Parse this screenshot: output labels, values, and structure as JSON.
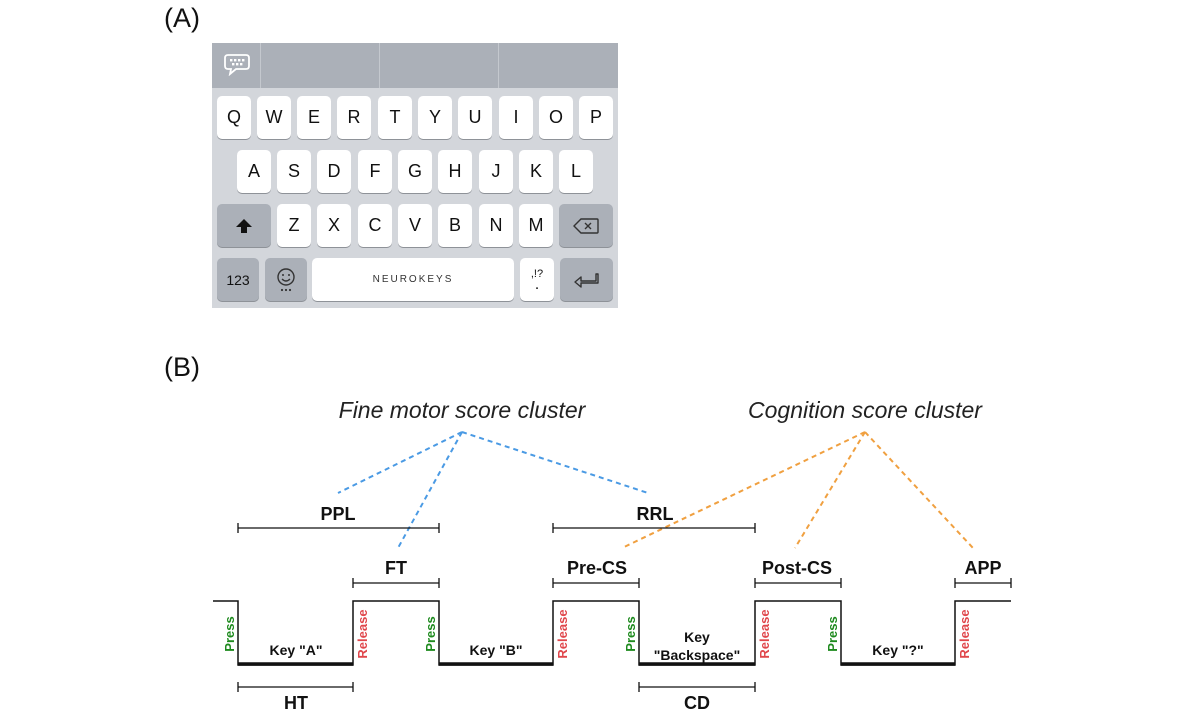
{
  "panels": {
    "a_label": "(A)",
    "b_label": "(B)"
  },
  "keyboard": {
    "row1": [
      "Q",
      "W",
      "E",
      "R",
      "T",
      "Y",
      "U",
      "I",
      "O",
      "P"
    ],
    "row2": [
      "A",
      "S",
      "D",
      "F",
      "G",
      "H",
      "J",
      "K",
      "L"
    ],
    "row3": [
      "Z",
      "X",
      "C",
      "V",
      "B",
      "N",
      "M"
    ],
    "numbers_key": "123",
    "space_brand": "NEUROKEYS",
    "punct_top": ",!?",
    "punct_bottom": ".",
    "shift_icon": "shift-arrow-icon",
    "backspace_icon": "backspace-icon",
    "return_icon": "return-icon",
    "emoji_icon": "emoji-icon",
    "brand_icon": "speech-bubble-keyboard-icon",
    "colors": {
      "background": "#d3d6db",
      "suggest_bar": "#abb0b8",
      "key": "#ffffff",
      "dark_key": "#abb0b8"
    }
  },
  "diagram": {
    "clusters": {
      "fine_motor": "Fine motor score cluster",
      "cognition": "Cognition score cluster"
    },
    "metrics": {
      "ppl": "PPL",
      "ft": "FT",
      "rrl": "RRL",
      "pre_cs": "Pre-CS",
      "post_cs": "Post-CS",
      "app": "APP",
      "ht": "HT",
      "cd": "CD"
    },
    "keys": {
      "a": "Key \"A\"",
      "b": "Key \"B\"",
      "backspace_line1": "Key",
      "backspace_line2": "\"Backspace\"",
      "question": "Key \"?\""
    },
    "events": {
      "press": "Press",
      "release": "Release"
    },
    "colors": {
      "fine_motor_line": "#4a9ae4",
      "cognition_line": "#f0a040",
      "press": "#1e8a1e",
      "release": "#e0474c"
    }
  }
}
